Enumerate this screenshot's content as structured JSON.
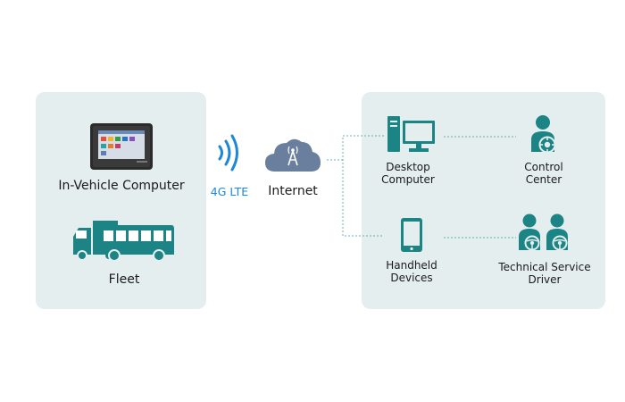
{
  "left_panel": {
    "in_vehicle_computer_label": "In-Vehicle Computer",
    "fleet_label": "Fleet"
  },
  "connection": {
    "lte_label": "4G LTE",
    "internet_label": "Internet"
  },
  "right_panel": {
    "desktop_label_line1": "Desktop",
    "desktop_label_line2": "Computer",
    "control_label_line1": "Control",
    "control_label_line2": "Center",
    "handheld_label_line1": "Handheld",
    "handheld_label_line2": "Devices",
    "tech_label_line1": "Technical Service",
    "tech_label_line2": "Driver"
  },
  "colors": {
    "panel_bg": "#e4eeee",
    "teal": "#1c8484",
    "signal_blue": "#1d87d8",
    "cloud": "#6a7f9e"
  },
  "icons": [
    "tablet-icon",
    "truck-bus-icon",
    "signal-waves-icon",
    "cloud-tower-icon",
    "desktop-icon",
    "operator-gear-icon",
    "smartphone-icon",
    "drivers-icon"
  ]
}
